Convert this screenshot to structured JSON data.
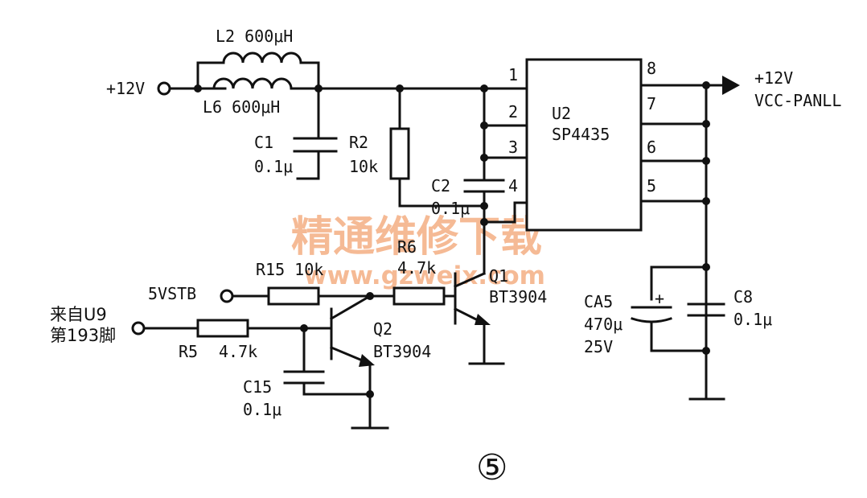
{
  "labels": {
    "in12": "+12V",
    "out12": "+12V",
    "vcc": "VCC-PANLL",
    "l2": "L2 600μH",
    "l6": "L6 600μH",
    "c1": "C1",
    "c1v": "0.1μ",
    "r2": "R2",
    "r2v": "10k",
    "c2": "C2",
    "c2v": "0.1μ",
    "u2": "U2",
    "ic": "SP4435",
    "p1": "1",
    "p2": "2",
    "p3": "3",
    "p4": "4",
    "p5": "5",
    "p6": "6",
    "p7": "7",
    "p8": "8",
    "v5": "5VSTB",
    "r15": "R15 10k",
    "r6": "R6",
    "r6v": "4.7k",
    "q1": "Q1",
    "q1t": "BT3904",
    "q2": "Q2",
    "q2t": "BT3904",
    "src1": "来自U9",
    "src2": "第193脚",
    "r5": "R5",
    "r5v": "4.7k",
    "c15": "C15",
    "c15v": "0.1μ",
    "ca5": "CA5",
    "ca5v": "470μ",
    "ca5vv": "25V",
    "c8": "C8",
    "c8v": "0.1μ",
    "plus": "+",
    "wm1": "精通维修下载",
    "wm2": "www.gzweix.com",
    "num": "⑤"
  }
}
